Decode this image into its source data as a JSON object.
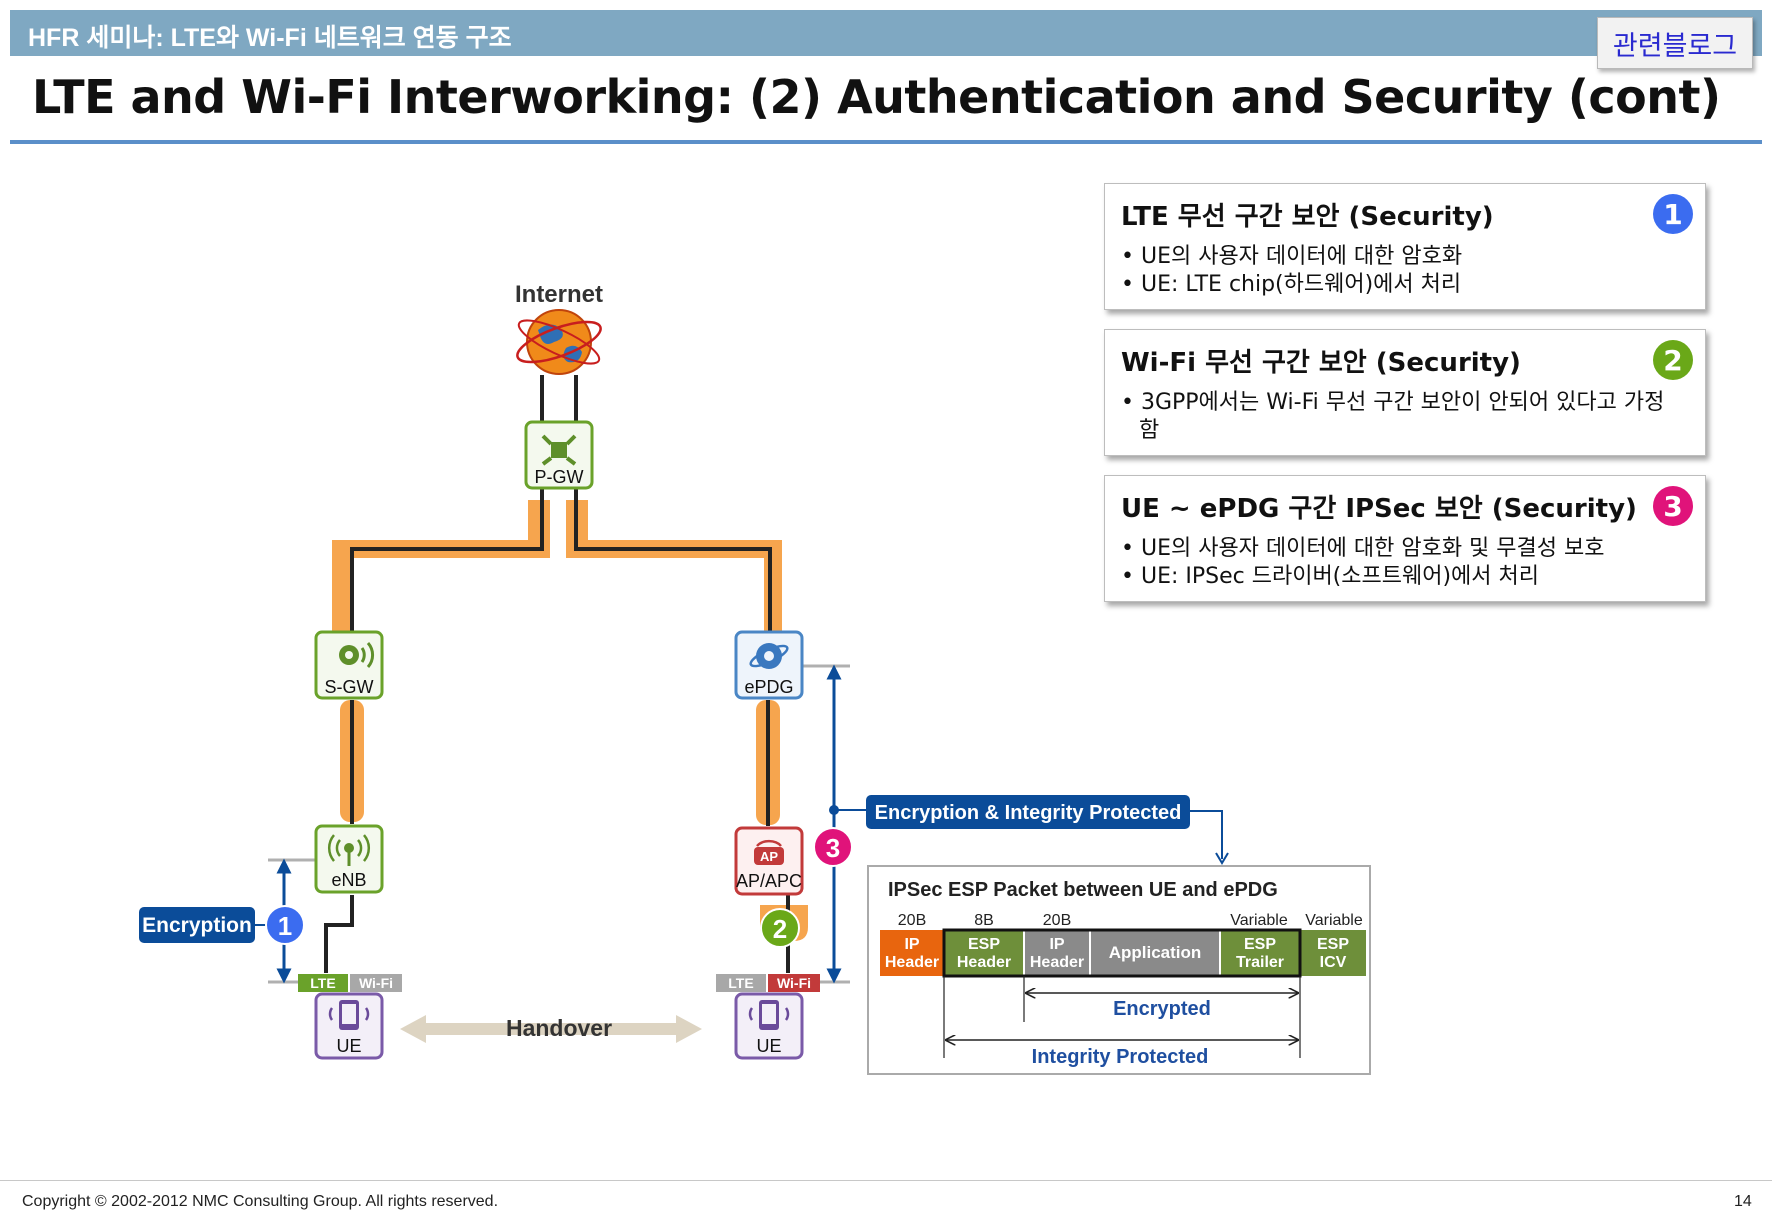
{
  "header": {
    "banner": "HFR 세미나: LTE와 Wi-Fi 네트워크 연동 구조",
    "blog_button": "관련블로그",
    "title": "LTE and Wi-Fi Interworking: (2) Authentication and Security (cont)"
  },
  "info_boxes": [
    {
      "title": "LTE 무선 구간 보안 (Security)",
      "badge": "1",
      "badge_color": "#3b6cf0",
      "bullets": [
        "• UE의 사용자 데이터에 대한 암호화",
        "• UE: LTE chip(하드웨어)에서 처리"
      ]
    },
    {
      "title": "Wi-Fi 무선 구간 보안 (Security)",
      "badge": "2",
      "badge_color": "#6aa818",
      "bullets": [
        "• 3GPP에서는 Wi-Fi 무선 구간 보안이 안되어 있다고 가정함"
      ]
    },
    {
      "title": "UE ~ ePDG 구간 IPSec 보안 (Security)",
      "badge": "3",
      "badge_color": "#e0137a",
      "bullets": [
        "• UE의 사용자 데이터에 대한 암호화 및 무결성 보호",
        "• UE: IPSec 드라이버(소프트웨어)에서 처리"
      ]
    }
  ],
  "diagram": {
    "internet": "Internet",
    "pgw": "P-GW",
    "sgw": "S-GW",
    "epdg": "ePDG",
    "enb": "eNB",
    "apapc": "AP/APC",
    "ap_badge": "AP",
    "ue_left": "UE",
    "ue_right": "UE",
    "lte_tab": "LTE",
    "wifi_tab": "Wi-Fi",
    "handover": "Handover",
    "encryption_label": "Encryption",
    "enc_integrity_label": "Encryption & Integrity Protected",
    "badge1": "1",
    "badge2": "2",
    "badge3": "3"
  },
  "packet": {
    "title": "IPSec ESP Packet between UE and ePDG",
    "sizes": [
      "20B",
      "8B",
      "20B",
      "Variable",
      "Variable"
    ],
    "fields": [
      {
        "line1": "IP",
        "line2": "Header",
        "color": "#e8650e"
      },
      {
        "line1": "ESP",
        "line2": "Header",
        "color": "#6e8f3a"
      },
      {
        "line1": "IP",
        "line2": "Header",
        "color": "#8a8a8a"
      },
      {
        "line1": "Application",
        "line2": "",
        "color": "#8a8a8a"
      },
      {
        "line1": "ESP",
        "line2": "Trailer",
        "color": "#6e8f3a"
      },
      {
        "line1": "ESP",
        "line2": "ICV",
        "color": "#6e8f3a"
      }
    ],
    "encrypted": "Encrypted",
    "integrity": "Integrity Protected"
  },
  "footer": {
    "copyright": "Copyright © 2002-2012 NMC Consulting Group. All rights reserved.",
    "page": "14"
  }
}
